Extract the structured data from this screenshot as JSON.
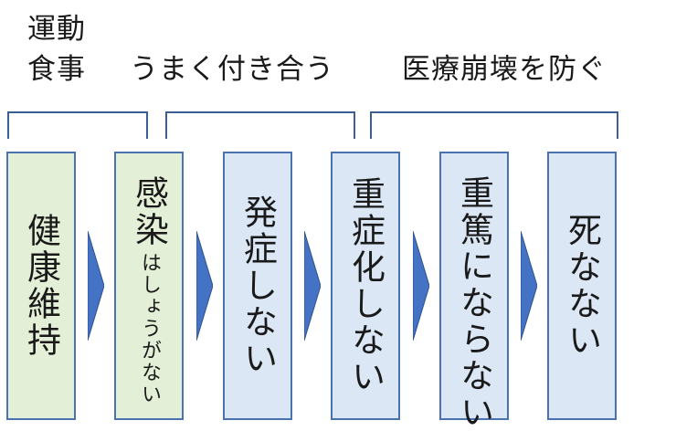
{
  "labels": {
    "left_line1": "運動",
    "left_line2": "食事",
    "middle": "うまく付き合う",
    "right": "医療崩壊を防ぐ"
  },
  "boxes": [
    {
      "main": "健康維持",
      "sub": ""
    },
    {
      "main": "感染",
      "sub": "はしょうがない"
    },
    {
      "main": "発症しない",
      "sub": ""
    },
    {
      "main": "重症化しない",
      "sub": ""
    },
    {
      "main": "重篤にならない",
      "sub": ""
    },
    {
      "main": "死なない",
      "sub": ""
    }
  ],
  "colors": {
    "green_fill": "#e3efd6",
    "blue_fill": "#dbe7f5",
    "border": "#4a72b0",
    "arrow": "#4472c4"
  }
}
